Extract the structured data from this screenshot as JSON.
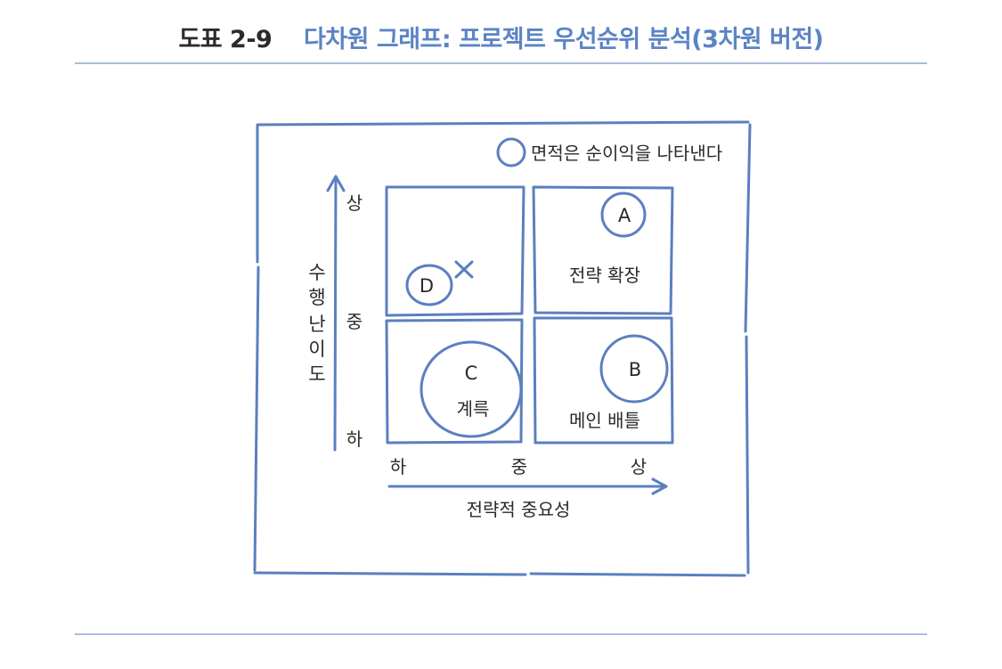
{
  "caption": {
    "figure_number": "도표 2-9",
    "title": "다차원 그래프: 프로젝트 우선순위 분석(3차원 버전)"
  },
  "legend": {
    "text": "면적은 순이익을 나타낸다"
  },
  "axes": {
    "y_title": [
      "수",
      "행",
      "난",
      "이",
      "도"
    ],
    "y_levels": {
      "high": "상",
      "mid": "중",
      "low": "하"
    },
    "x_title": "전략적 중요성",
    "x_levels": {
      "low": "하",
      "mid": "중",
      "high": "상"
    }
  },
  "quadrants": {
    "top_left": "",
    "top_right": "전략 확장",
    "bottom_left": "계륵",
    "bottom_right": "메인 배틀"
  },
  "projects": [
    {
      "id": "A",
      "label": "A",
      "importance": "상",
      "difficulty": "상",
      "relative_area": "small"
    },
    {
      "id": "B",
      "label": "B",
      "importance": "상",
      "difficulty": "하",
      "relative_area": "medium"
    },
    {
      "id": "C",
      "label": "C",
      "importance": "하~중",
      "difficulty": "하",
      "relative_area": "large"
    },
    {
      "id": "D",
      "label": "D",
      "importance": "하",
      "difficulty": "상",
      "relative_area": "small",
      "marked_rejected": true
    }
  ],
  "reject_mark": "×",
  "colors": {
    "line": "#5b7fc0",
    "caption_title": "#5b84c4",
    "caption_number": "#2b2b2b",
    "rule": "#a9bcdc",
    "text": "#2a2a2a"
  }
}
